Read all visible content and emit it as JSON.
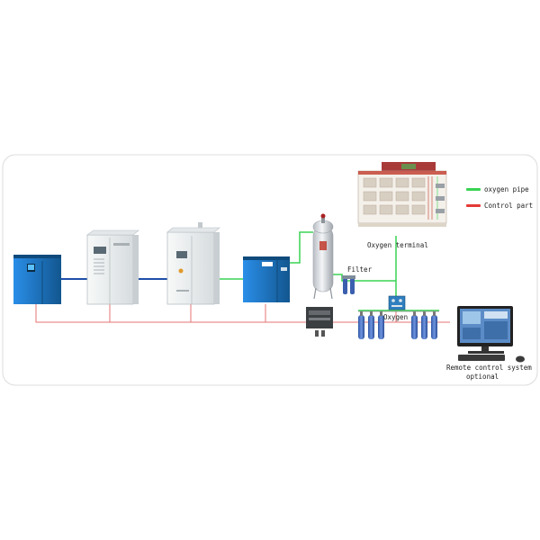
{
  "labels": {
    "oxygen_terminal": "Oxygen terminal",
    "filter": "Filter",
    "oxygen": "Oxygen",
    "remote_control": "Remote control system",
    "optional": "optional"
  },
  "legend": [
    {
      "label": "oxygen pipe",
      "color": "#39d353"
    },
    {
      "label": "Control part",
      "color": "#e53935"
    }
  ],
  "colors": {
    "oxygen_pipe": "#39d353",
    "control_line": "#e57373",
    "air_pipe": "#1e4fa8",
    "compressor_blue": "#1f7fd6",
    "cabinet_white": "#eef1f2",
    "tank_silver": "#d9dde2",
    "cylinder_blue": "#4a74c9"
  },
  "icons": [
    "air-compressor-icon",
    "air-dryer-cabinet-icon",
    "oxygen-generator-cabinet-icon",
    "oxygen-booster-icon",
    "buffer-tank-icon",
    "filter-icon",
    "plc-control-icon",
    "filling-manifold-icon",
    "oxygen-cylinder-icon",
    "building-icon",
    "computer-icon"
  ]
}
